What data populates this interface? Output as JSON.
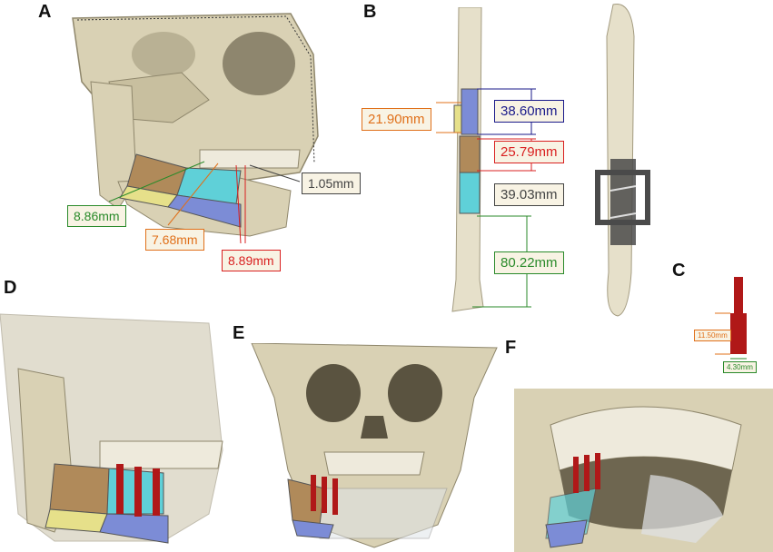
{
  "panels": {
    "a": "A",
    "b": "B",
    "c": "C",
    "d": "D",
    "e": "E",
    "f": "F"
  },
  "measurements": {
    "a_1": "1.05mm",
    "a_2": "8.86mm",
    "a_3": "7.68mm",
    "a_4": "8.89mm",
    "b_1": "21.90mm",
    "b_2": "38.60mm",
    "b_3": "25.79mm",
    "b_4": "39.03mm",
    "b_5": "80.22mm",
    "c_1": "11.50mm",
    "c_2": "4.30mm"
  },
  "colors": {
    "bone": "#d9d1b4",
    "bone_dark": "#8f876c",
    "green": "#2a8a2a",
    "orange": "#e0701a",
    "blue": "#1a1a8a",
    "red": "#d92020",
    "gray": "#444444",
    "implant": "#b01818",
    "segment_yellow": "#e6e08a",
    "segment_cyan": "#5fd0d8",
    "segment_blue": "#7c8cd6",
    "segment_tan": "#b08a5a",
    "guide": "#4a4a4a"
  }
}
